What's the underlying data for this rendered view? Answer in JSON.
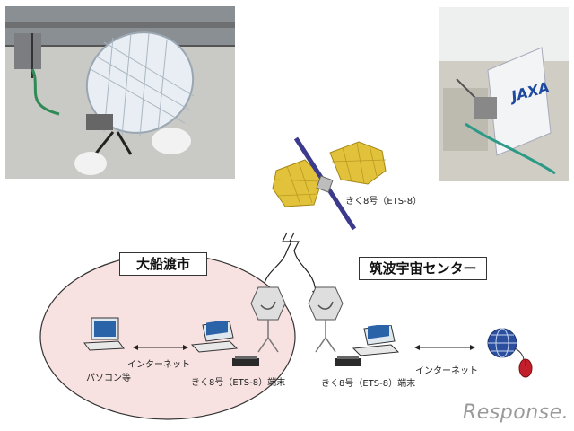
{
  "satellite": {
    "label": "きく8号（ETS-8）"
  },
  "ofunato": {
    "title": "大船渡市",
    "pc_label": "パソコン等",
    "link_label": "インターネット",
    "terminal_label": "きく8号（ETS-8）端末"
  },
  "tsukuba": {
    "title": "筑波宇宙センター",
    "link_label": "インターネット",
    "terminal_label": "きく8号（ETS-8）端末"
  },
  "photos": {
    "right_logo": "JAXA"
  },
  "watermark": {
    "text": "Response."
  },
  "colors": {
    "ellipse_fill": "#f7e1e1",
    "panel_gold": "#e2c23a",
    "globe_blue": "#2b4f9e"
  }
}
